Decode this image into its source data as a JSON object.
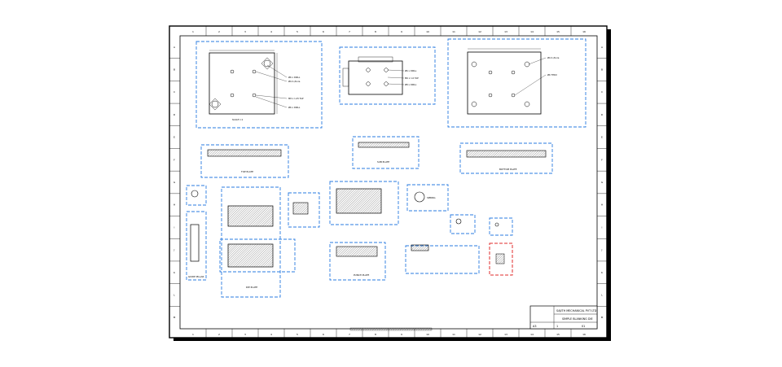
{
  "sheet": {
    "zones_top": [
      "1",
      "2",
      "3",
      "4",
      "5",
      "6",
      "7",
      "8",
      "9",
      "10",
      "11",
      "12",
      "13",
      "14",
      "15",
      "16"
    ],
    "zones_side": [
      "A",
      "B",
      "C",
      "D",
      "E",
      "F",
      "G",
      "H",
      "I",
      "J",
      "K",
      "L",
      "M"
    ]
  },
  "colors": {
    "selection": "#2a7be0",
    "active_selection": "#e02b2b",
    "line": "#000000"
  },
  "views": {
    "top_left": {
      "scale": "SCALE 1:1",
      "notes": [
        "Ø6 x DRILL",
        "Ø10 c/bore",
        "M8 x 1.25 TAP",
        "Ø6 x DRILL"
      ]
    },
    "top_center": {
      "notes": [
        "Ø6 x DRILL",
        "M6 x 1.0 TAP",
        "Ø8 x DRILL"
      ]
    },
    "top_right": {
      "notes": [
        "Ø10 c/bore",
        "Ø6 THRU"
      ]
    },
    "top_plate": {
      "caption": "TOP PLATE"
    },
    "sub_plate": {
      "caption": "SUB PLATE"
    },
    "bottom_plate": {
      "caption": "BOTTOM PLATE"
    },
    "guide_pillar": {
      "caption": "GUIDE PILLAR"
    },
    "die_plate": {
      "caption": "DIE PLATE"
    },
    "punch_plate": {
      "caption": "PUNCH PLATE"
    },
    "spring": {
      "caption": "SPRING"
    }
  },
  "title_block": {
    "company": "SAJITH MECHANICAL PVT LTD",
    "drawing_title": "SIMPLE BLANKING DIE",
    "sheet": "1",
    "size": "A3",
    "rev": "01"
  }
}
